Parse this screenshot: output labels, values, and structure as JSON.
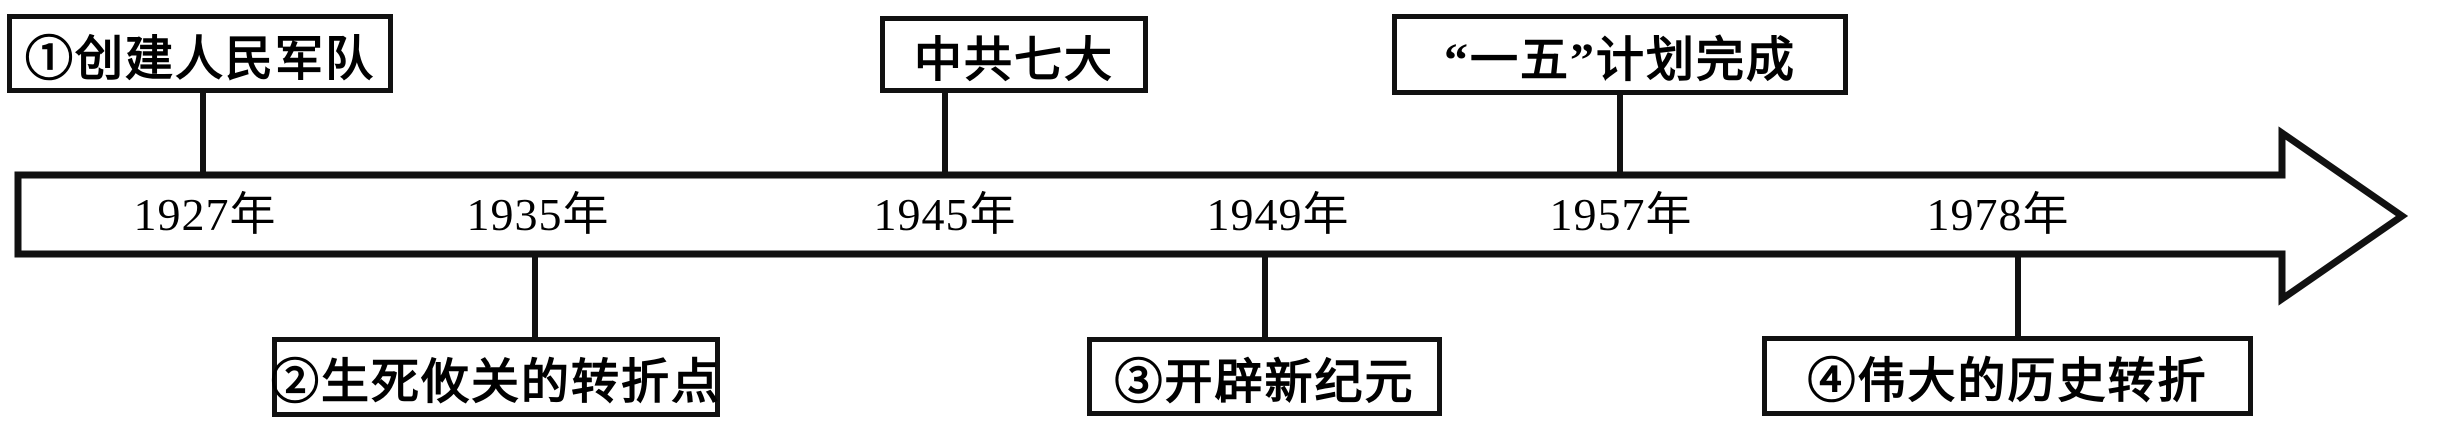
{
  "timeline": {
    "type": "horizontal-block-arrow-timeline",
    "colors": {
      "stroke": "#000000",
      "text": "#000000",
      "background": "#ffffff"
    },
    "arrow": {
      "shape": "hollow-block-arrow",
      "direction": "right"
    },
    "years": [
      {
        "label": "1927年"
      },
      {
        "label": "1935年"
      },
      {
        "label": "1945年"
      },
      {
        "label": "1949年"
      },
      {
        "label": "1957年"
      },
      {
        "label": "1978年"
      }
    ],
    "top_events": [
      {
        "label": "①创建人民军队",
        "year": "1927年"
      },
      {
        "label": "中共七大",
        "year": "1945年"
      },
      {
        "label": "“一五”计划完成",
        "year": "1957年"
      }
    ],
    "bottom_events": [
      {
        "label": "②生死攸关的转折点",
        "year": "1935年"
      },
      {
        "label": "③开辟新纪元",
        "year": "1949年"
      },
      {
        "label": "④伟大的历史转折",
        "year": "1978年"
      }
    ]
  }
}
